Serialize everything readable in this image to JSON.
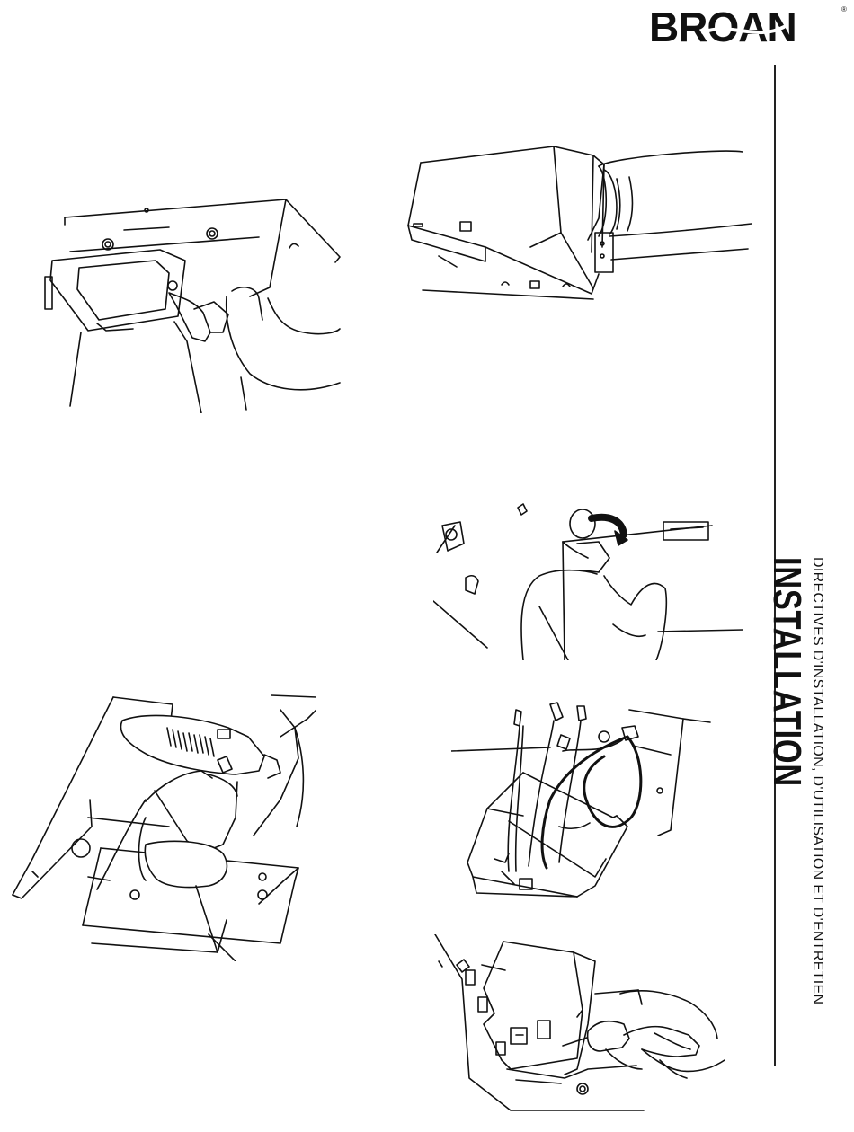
{
  "brand": {
    "name": "BROAN",
    "registered": "®"
  },
  "sidebar": {
    "subtitle": "DIRECTIVES D'INSTALLATION, D'UTILISATION ET D'ENTRETIEN",
    "title": "INSTALLATION"
  },
  "figures": [
    {
      "id": "fig-screwing-grille-frame",
      "icon": "hand-drill-housing-illustration"
    },
    {
      "id": "fig-duct-connection",
      "icon": "duct-housing-illustration"
    },
    {
      "id": "fig-knockout-push",
      "icon": "hand-knockout-illustration"
    },
    {
      "id": "fig-drill-mounting",
      "icon": "drill-joist-illustration"
    },
    {
      "id": "fig-wiring-box",
      "icon": "wiring-box-illustration"
    },
    {
      "id": "fig-screw-wiring-cover",
      "icon": "screwdriver-cover-illustration"
    }
  ]
}
